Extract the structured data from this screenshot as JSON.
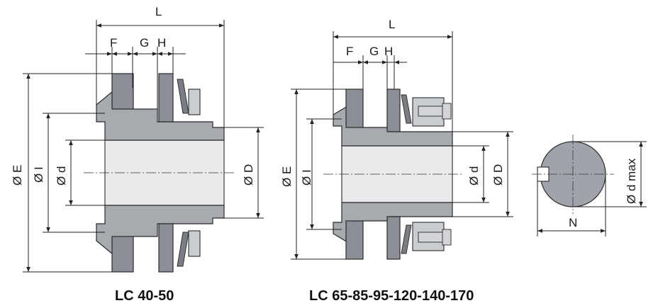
{
  "views": {
    "left": {
      "caption": "LC 40-50",
      "dimensions": {
        "L": "L",
        "F": "F",
        "G": "G",
        "H": "H",
        "E": "Ø E",
        "I": "Ø I",
        "d": "Ø d",
        "D": "Ø D"
      }
    },
    "right": {
      "caption": "LC 65-85-95-120-140-170",
      "dimensions": {
        "L": "L",
        "F": "F",
        "G": "G",
        "H": "H",
        "E": "Ø E",
        "I": "Ø I",
        "d": "Ø d",
        "D": "Ø D"
      }
    },
    "shaft": {
      "dimensions": {
        "dmax": "Ø d max",
        "N": "N"
      }
    }
  }
}
